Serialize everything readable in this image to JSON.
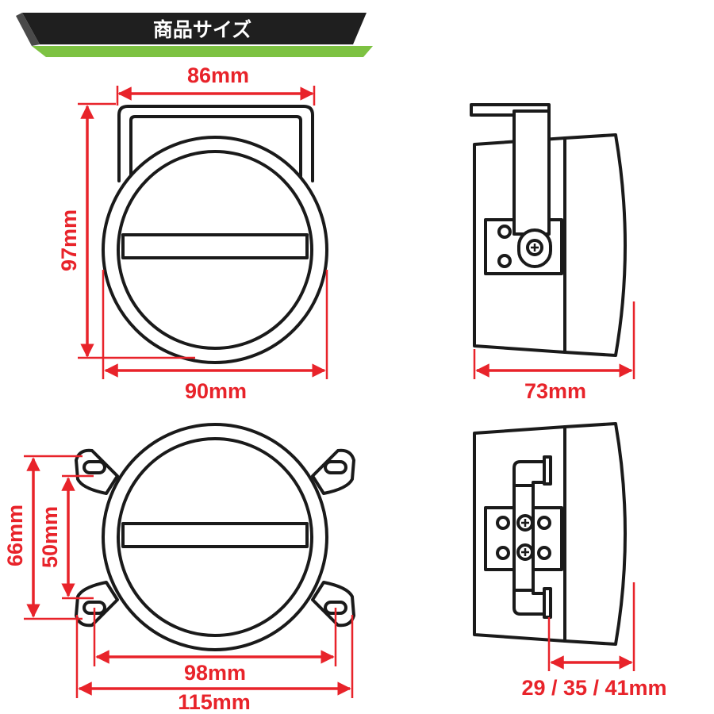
{
  "header": {
    "title": "商品サイズ"
  },
  "dimensions": {
    "top_width": "86mm",
    "height": "97mm",
    "bottom_width": "90mm",
    "side_depth": "73mm",
    "mount_outer_height": "66mm",
    "mount_inner_height": "50mm",
    "mount_inner_width": "98mm",
    "mount_outer_width": "115mm",
    "bracket_depth": "29 / 35 / 41mm"
  },
  "colors": {
    "dimension": "#e8232a",
    "outline": "#1a1a1a",
    "header_band": "#1f1f1f",
    "header_accent": "#7dc242"
  }
}
